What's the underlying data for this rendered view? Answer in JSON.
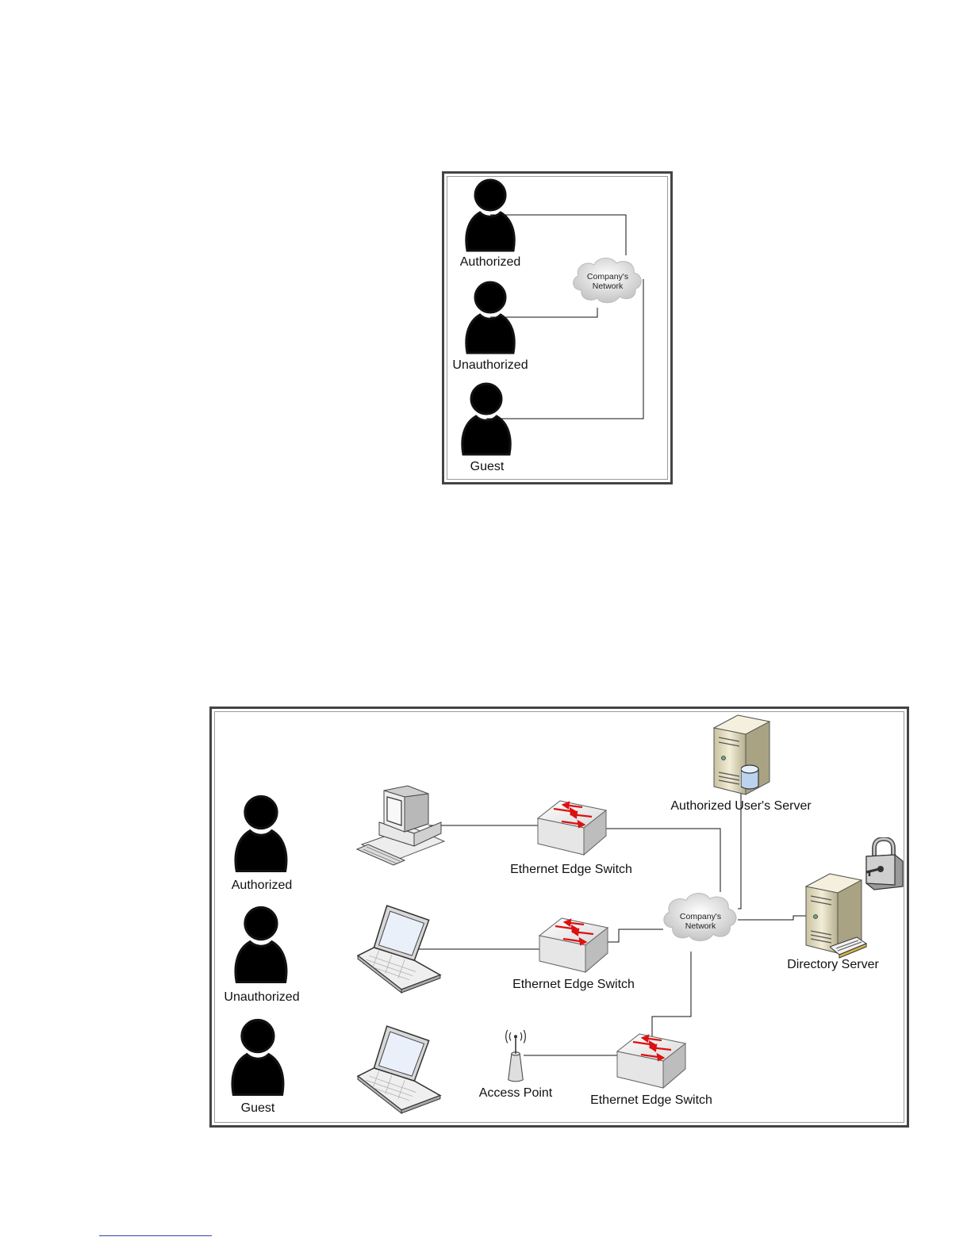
{
  "diagram1": {
    "users": {
      "authorized": "Authorized",
      "unauthorized": "Unauthorized",
      "guest": "Guest"
    },
    "cloud": {
      "line1": "Company's",
      "line2": "Network"
    }
  },
  "diagram2": {
    "users": {
      "authorized": "Authorized",
      "unauthorized": "Unauthorized",
      "guest": "Guest"
    },
    "cloud": {
      "line1": "Company's",
      "line2": "Network"
    },
    "switch_top": "Ethernet Edge Switch",
    "switch_mid": "Ethernet Edge Switch",
    "switch_bottom": "Ethernet Edge Switch",
    "access_point": "Access Point",
    "auth_server": "Authorized User's Server",
    "directory_server": "Directory Server"
  },
  "colors": {
    "authorized_user": "#22cc44",
    "unauthorized_user": "#ee2222",
    "user_body": "#2a8a8a",
    "frame": "#444444",
    "switch_arrows": "#dd1111"
  },
  "icons": [
    "person-icon",
    "cloud-icon",
    "desktop-computer-icon",
    "laptop-icon",
    "switch-icon",
    "access-point-icon",
    "server-icon",
    "database-icon",
    "padlock-icon"
  ]
}
